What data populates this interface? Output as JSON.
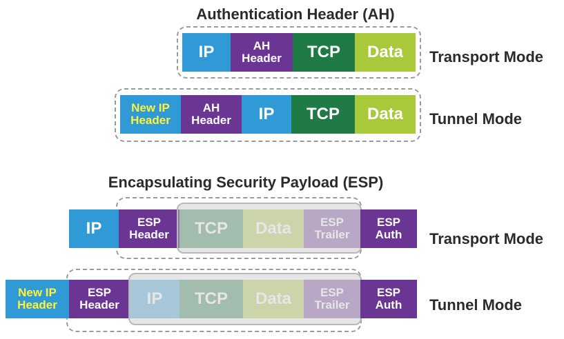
{
  "ah": {
    "title": "Authentication Header (AH)",
    "transport": {
      "mode": "Transport Mode",
      "ip": "IP",
      "ah_header": "AH\nHeader",
      "tcp": "TCP",
      "data": "Data"
    },
    "tunnel": {
      "mode": "Tunnel Mode",
      "new_ip": "New IP\nHeader",
      "ah_header": "AH\nHeader",
      "ip": "IP",
      "tcp": "TCP",
      "data": "Data"
    }
  },
  "esp": {
    "title": "Encapsulating Security Payload (ESP)",
    "transport": {
      "mode": "Transport Mode",
      "ip": "IP",
      "esp_header": "ESP\nHeader",
      "tcp": "TCP",
      "data": "Data",
      "esp_trailer": "ESP\nTrailer",
      "esp_auth": "ESP\nAuth"
    },
    "tunnel": {
      "mode": "Tunnel Mode",
      "new_ip": "New IP\nHeader",
      "esp_header": "ESP\nHeader",
      "ip": "IP",
      "tcp": "TCP",
      "data": "Data",
      "esp_trailer": "ESP\nTrailer",
      "esp_auth": "ESP\nAuth"
    }
  },
  "colors": {
    "ip": "#2f9ad6",
    "header": "#6b3593",
    "tcp": "#1f7a45",
    "data": "#a9c93a",
    "new_ip_text": "#fff23a"
  }
}
